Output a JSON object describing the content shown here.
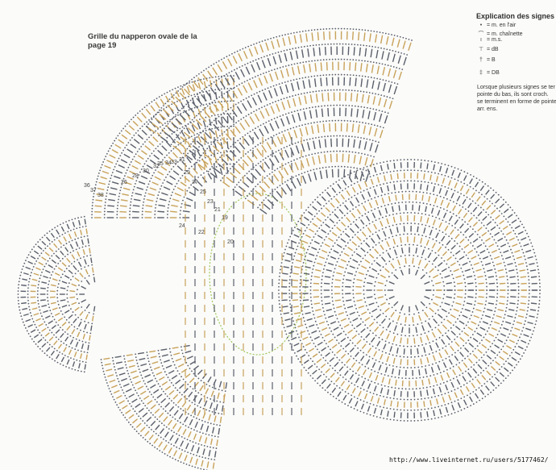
{
  "header": {
    "title_line1": "Grille du napperon ovale de la",
    "title_line2": "page 19"
  },
  "legend": {
    "title": "Explication des signes de",
    "items": [
      {
        "symbol": "•",
        "label": "= m. en l'air"
      },
      {
        "symbol": "⌒",
        "label": "= m. chaînette"
      },
      {
        "symbol": "ı",
        "label": "= m.s."
      },
      {
        "symbol": "⊤",
        "label": "= dB"
      },
      {
        "symbol": "†",
        "label": "= B"
      },
      {
        "symbol": "‡",
        "label": "= DB"
      }
    ],
    "note_lines": [
      "Lorsque plusieurs signes se ter",
      "pointe du bas, ils sont croch.",
      "se terminent en forme de pointe",
      "arr. ens."
    ]
  },
  "footer": {
    "url": "http://www.liveinternet.ru/users/5177462/"
  },
  "colors": {
    "stitch_dark": "#5a5f6b",
    "stitch_tan": "#c8a25a",
    "stitch_green": "#9ec85a",
    "paper": "#fbfbf9",
    "text": "#333333"
  },
  "row_labels": [
    "34",
    "32",
    "30",
    "28",
    "26",
    "29",
    "27",
    "25",
    "23",
    "21",
    "19",
    "31",
    "33",
    "35",
    "36",
    "37",
    "38",
    "24",
    "22",
    "20"
  ]
}
